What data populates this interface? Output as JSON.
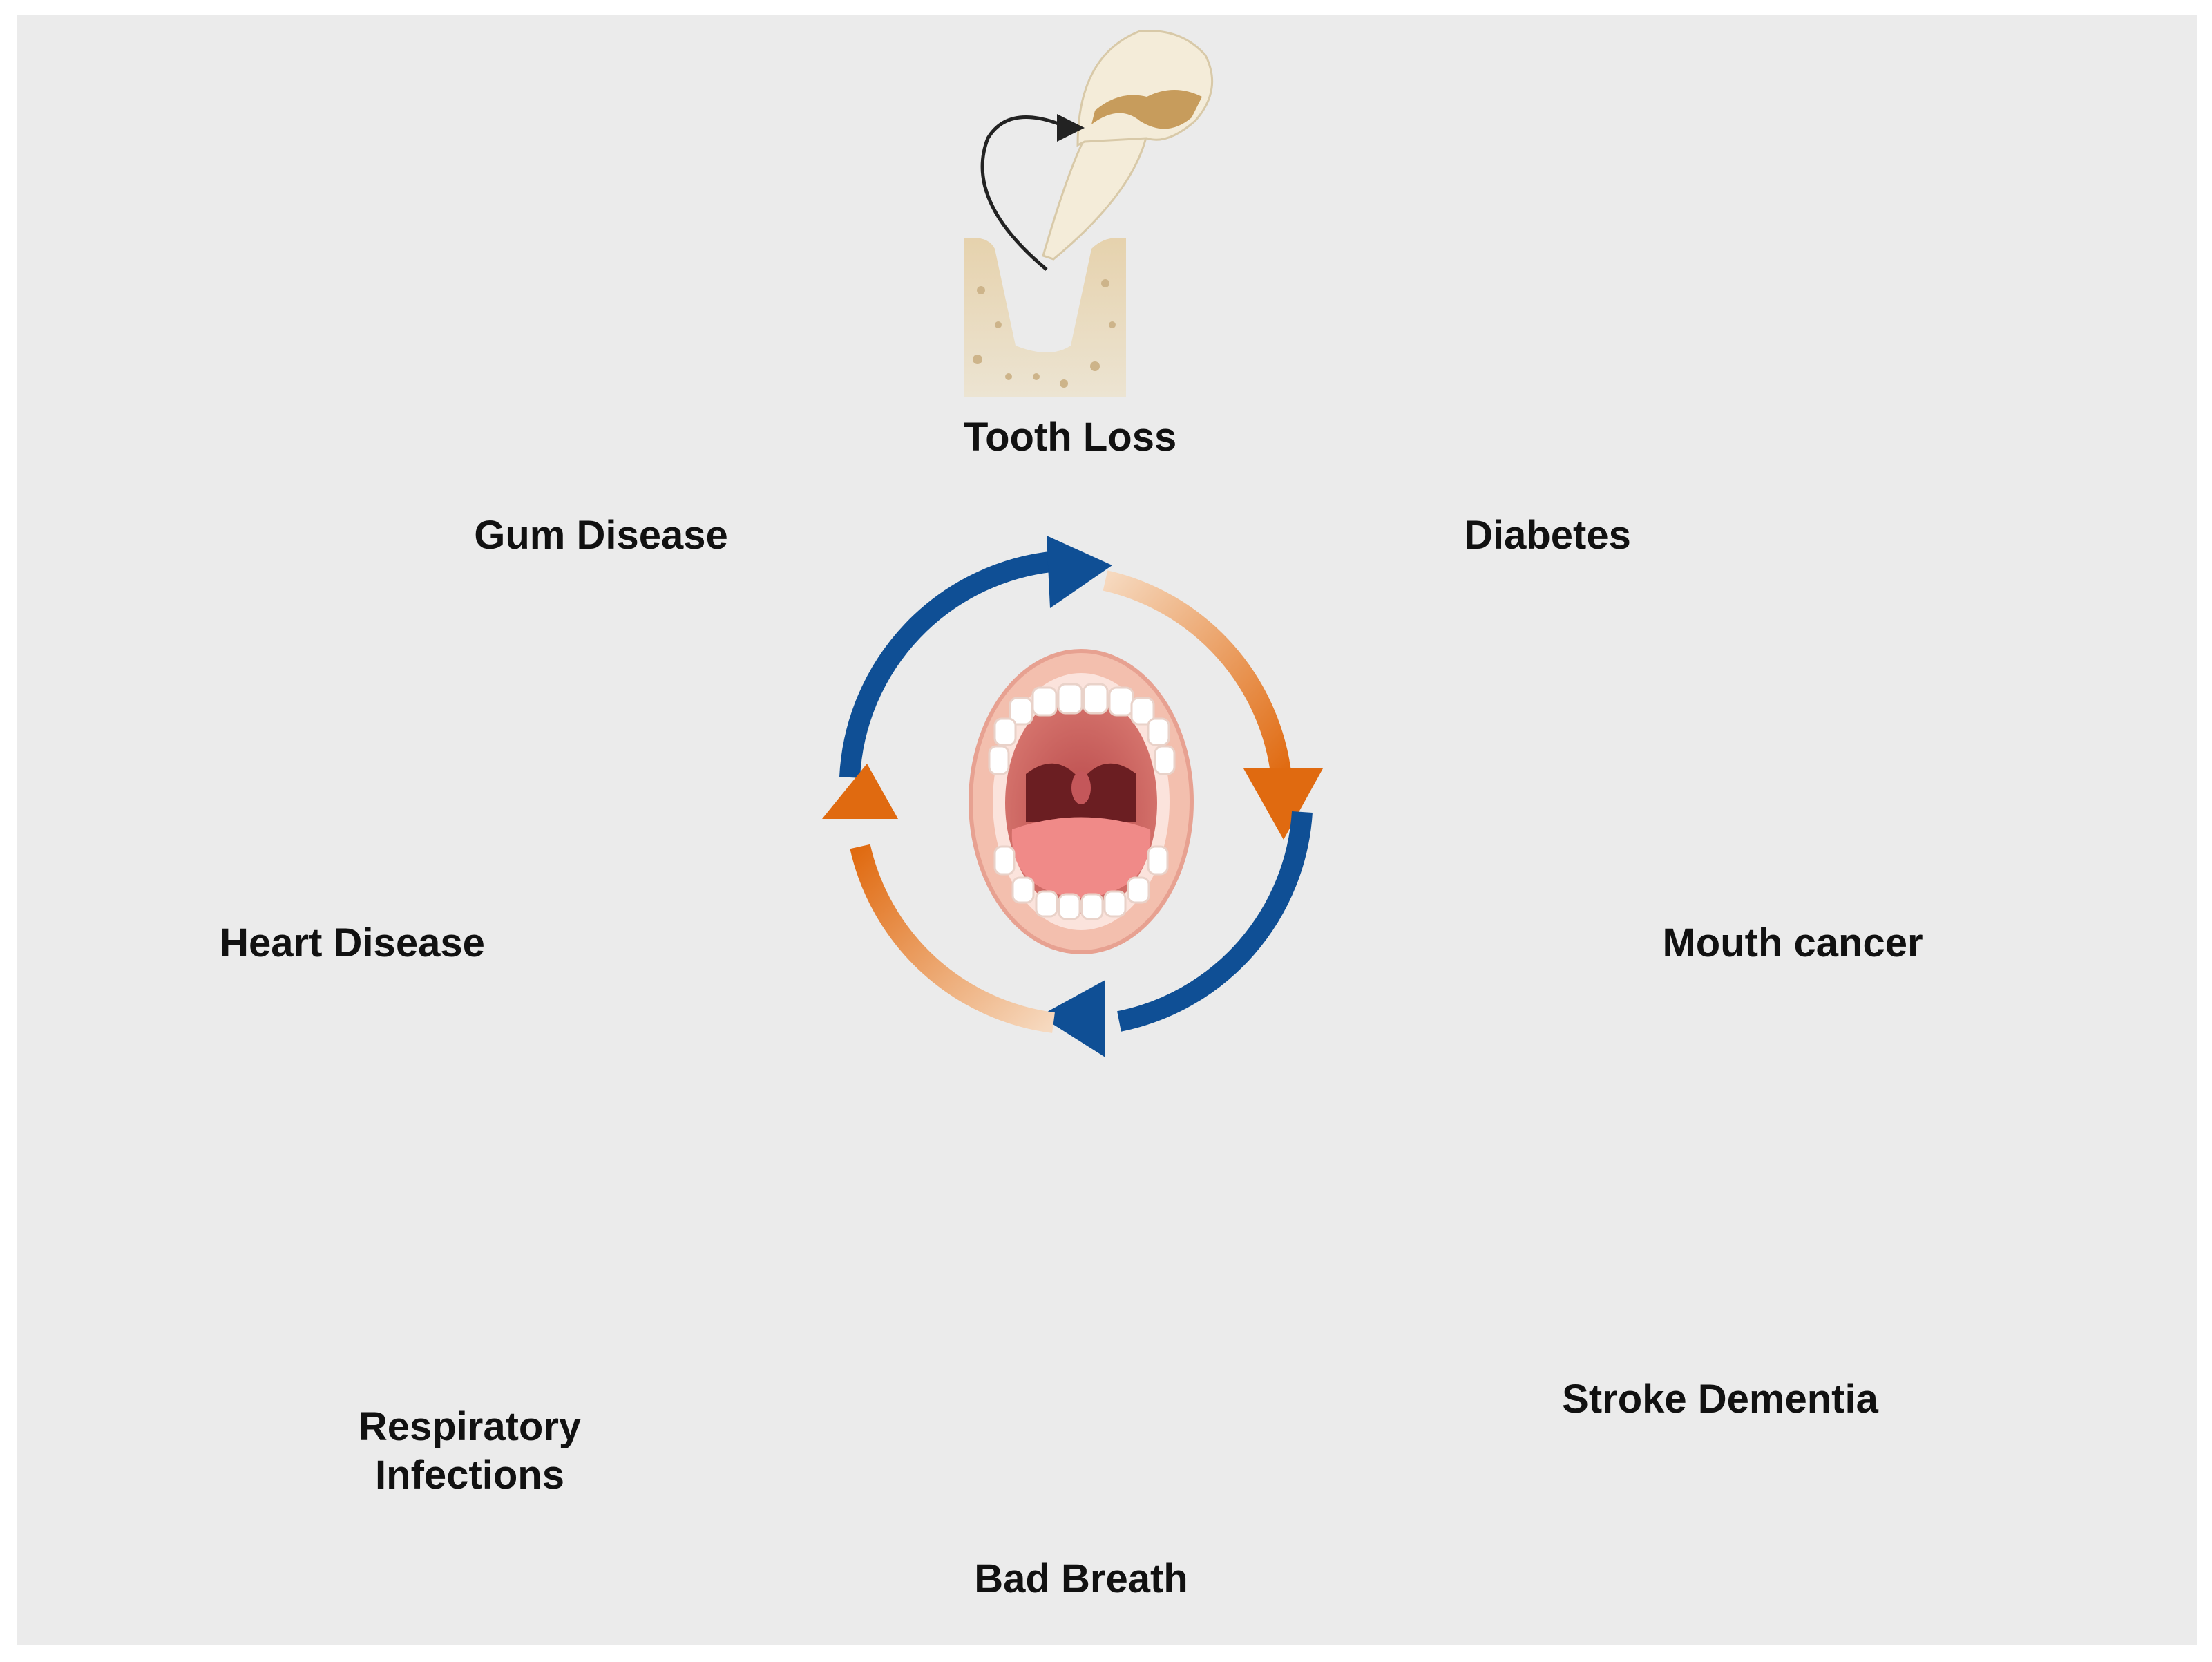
{
  "colors": {
    "background": "#ebebeb",
    "cycle_blue": "#0f4f95",
    "cycle_orange": "#e06a10",
    "lung_blue": "#1d6f92",
    "brain_blue": "#2a4e6e",
    "label_text": "#111111"
  },
  "center": {
    "icon": "open-mouth-icon"
  },
  "conditions": [
    {
      "id": "tooth-loss",
      "label": "Tooth Loss",
      "icon": "tooth-extraction-icon"
    },
    {
      "id": "diabetes",
      "label": "Diabetes",
      "icon": "glucose-meter-insulin-pen-icon"
    },
    {
      "id": "mouth-cancer",
      "label": "Mouth cancer",
      "icon": "tongue-lesion-icon"
    },
    {
      "id": "stroke-dementia",
      "label": "Stroke Dementia",
      "icon": "brain-icon"
    },
    {
      "id": "bad-breath",
      "label": "Bad Breath",
      "icon": "person-exhaling-icon"
    },
    {
      "id": "respiratory-infections",
      "label_lines": [
        "Respiratory",
        "Infections"
      ],
      "icon": "lungs-icon"
    },
    {
      "id": "heart-disease",
      "label": "Heart Disease",
      "icon": "heart-icon"
    },
    {
      "id": "gum-disease",
      "label": "Gum Disease",
      "icon": "gum-cross-section-icon"
    }
  ]
}
